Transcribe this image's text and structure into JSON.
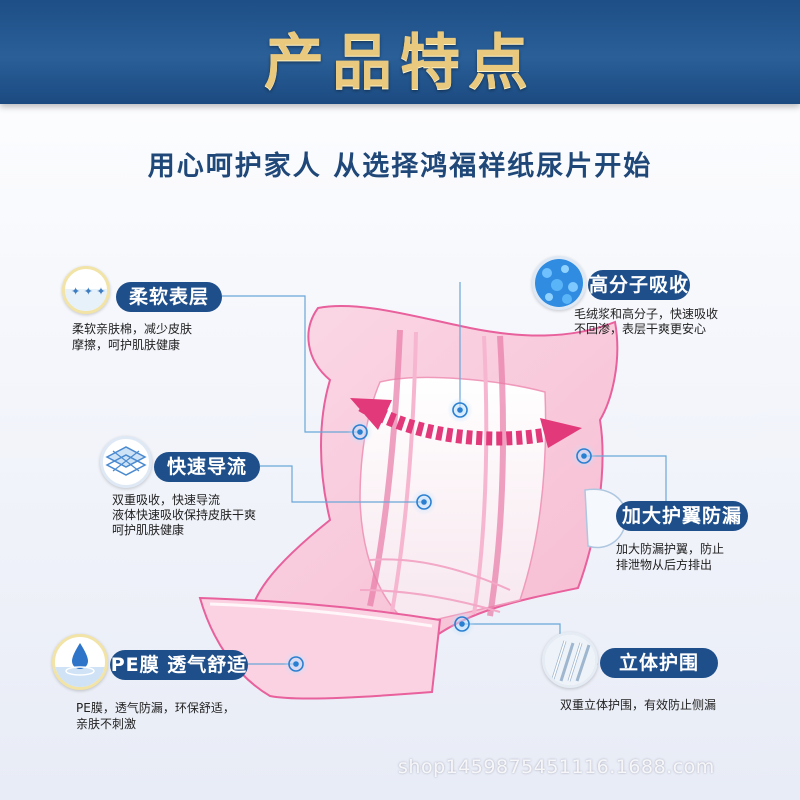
{
  "header": {
    "title": "产品特点"
  },
  "subtitle": "用心呵护家人 从选择鸿福祥纸尿片开始",
  "features": {
    "soft_layer": {
      "label": "柔软表层",
      "desc_line1": "柔软亲肤棉，减少皮肤",
      "desc_line2": "摩擦，呵护肌肤健康",
      "icon": "soft-cotton-icon"
    },
    "fast_flow": {
      "label": "快速导流",
      "desc_line1": "双重吸收，快速导流",
      "desc_line2": "液体快速吸收保持皮肤干爽",
      "desc_line3": "呵护肌肤健康",
      "icon": "flow-layer-icon"
    },
    "pe_film": {
      "label": "PE膜 透气舒适",
      "desc_line1": "PE膜，透气防漏，环保舒适，",
      "desc_line2": "亲肤不刺激",
      "icon": "water-drop-icon"
    },
    "polymer": {
      "label": "高分子吸收",
      "desc_line1": "毛绒浆和高分子，快速吸收",
      "desc_line2": "不回渗，表层干爽更安心",
      "icon": "polymer-granules-icon"
    },
    "wings": {
      "label": "加大护翼防漏",
      "desc_line1": "加大防漏护翼，防止",
      "desc_line2": "排泄物从后方排出",
      "icon": "side-wing-icon"
    },
    "barrier": {
      "label": "立体护围",
      "desc_line1": "双重立体护围，有效防止侧漏",
      "icon": "leak-guard-icon"
    }
  },
  "colors": {
    "header_blue": "#1f4f86",
    "title_gold": "#e9c97d",
    "pill_blue": "#1f4f8a",
    "diaper_pink": "#e8609c",
    "arrow_pink": "#e2397a",
    "marker_blue": "#2a7fd0"
  },
  "watermark": "shop1459875451116.1688.com"
}
